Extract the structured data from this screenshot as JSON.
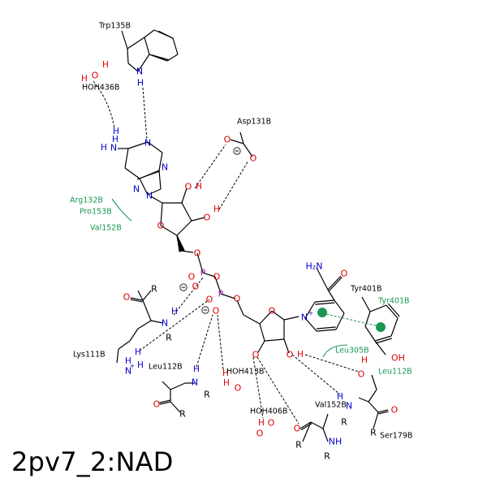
{
  "title": "2pv7_2:NAD",
  "colors": {
    "bond": "#000000",
    "nitrogen": "#0000cc",
    "oxygen": "#e00000",
    "phosphorus": "#a020c0",
    "hydrophobic": "#1a9850",
    "pi_center": "#1a9850"
  },
  "residues": {
    "trp135b": "Trp135B",
    "hoh436b": "HOH436B",
    "asp131b": "Asp131B",
    "arg132b": "Arg132B",
    "pro153b": "Pro153B",
    "val152b_hydrophobic": "Val152B",
    "lys111b": "Lys111B",
    "leu112b_left": "Leu112B",
    "tyr401b": "Tyr401B",
    "tyr401b_pi": "Tyr401B",
    "leu305b": "Leu305B",
    "leu112b_right": "Leu112B",
    "hoh413b": "HOH413B",
    "hoh406b": "HOH406B",
    "val152b": "Val152B",
    "ser179b": "Ser179B"
  },
  "atoms": {
    "O": "O",
    "N": "N",
    "H": "H",
    "P": "P",
    "R": "R",
    "NH": "NH",
    "N_plus": "N+",
    "H2N": "H₂N",
    "OH": "OH",
    "HO": "HO",
    "minus": "−"
  }
}
